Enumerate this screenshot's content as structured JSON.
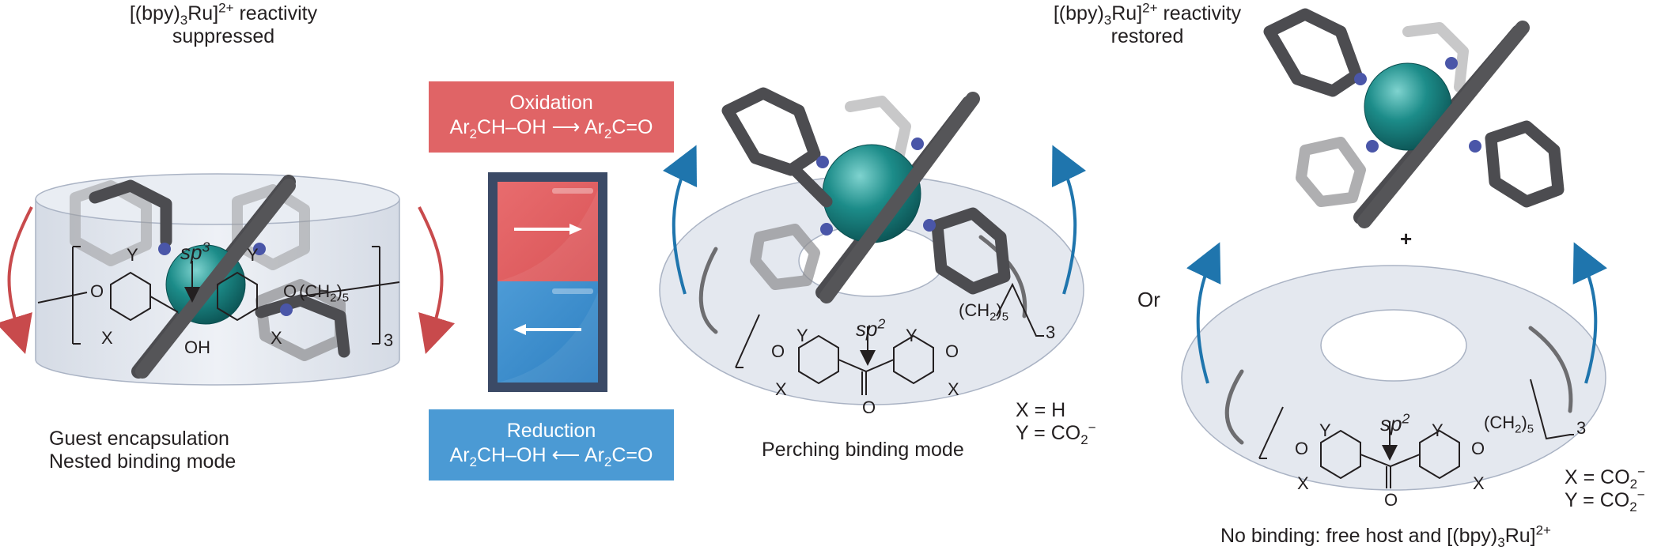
{
  "left_panel": {
    "title_line1_prefix": "[(bpy)",
    "title_line1_sub": "3",
    "title_line1_mid": "Ru]",
    "title_line1_sup": "2+",
    "title_line1_suffix": " reactivity",
    "title_line2": "suppressed",
    "caption_line1": "Guest encapsulation",
    "caption_line2": "Nested binding mode",
    "struct": {
      "Y": "Y",
      "X": "X",
      "O": "O",
      "OH": "OH",
      "sp": "sp",
      "sp_sup": "3",
      "chain": "(CH",
      "chain_sub": "2",
      "chain_close": ")",
      "chain_sub2": "5",
      "repeat": "3"
    }
  },
  "oxidation_box": {
    "title": "Oxidation",
    "eq_left": "Ar",
    "eq_left_sub": "2",
    "eq_left_tail": "CH–OH",
    "eq_arrow": "⟶",
    "eq_right": "Ar",
    "eq_right_sub": "2",
    "eq_right_tail": "C=O",
    "color": "#e06466"
  },
  "reduction_box": {
    "title": "Reduction",
    "eq_left": "Ar",
    "eq_left_sub": "2",
    "eq_left_tail": "CH–OH",
    "eq_arrow": "⟵",
    "eq_right": "Ar",
    "eq_right_sub": "2",
    "eq_right_tail": "C=O",
    "color": "#4b9ad4"
  },
  "middle_panel": {
    "caption": "Perching binding mode",
    "x_def_left": "X = H",
    "y_def_left": "Y = CO",
    "y_def_sub": "2",
    "y_def_sup": "−",
    "struct": {
      "Y": "Y",
      "X": "X",
      "O": "O",
      "sp": "sp",
      "sp_sup": "2",
      "chain": "(CH",
      "chain_sub": "2",
      "chain_close": ")",
      "chain_sub2": "5",
      "repeat": "3"
    }
  },
  "right_panel": {
    "title_line1_prefix": "[(bpy)",
    "title_line1_sub": "3",
    "title_line1_mid": "Ru]",
    "title_line1_sup": "2+",
    "title_line1_suffix": " reactivity",
    "title_line2": "restored",
    "plus": "+",
    "or": "Or",
    "caption_prefix": "No binding: free host and [(bpy)",
    "caption_sub": "3",
    "caption_mid": "Ru]",
    "caption_sup": "2+",
    "x_def": "X = CO",
    "x_def_sub": "2",
    "x_def_sup": "−",
    "y_def": "Y = CO",
    "y_def_sub": "2",
    "y_def_sup": "−",
    "struct": {
      "Y": "Y",
      "X": "X",
      "O": "O",
      "sp": "sp",
      "sp_sup": "2",
      "chain": "(CH",
      "chain_sub": "2",
      "chain_close": ")",
      "chain_sub2": "5",
      "repeat": "3"
    }
  },
  "colors": {
    "ruthenium": "#177f7f",
    "nitrogen": "#4a56a8",
    "bond": "#5c5c5f",
    "host_fill": "#e4e8ef",
    "arrow_red": "#c84a4c",
    "arrow_blue": "#1f75ad",
    "switch_frame": "#3b4a66"
  }
}
